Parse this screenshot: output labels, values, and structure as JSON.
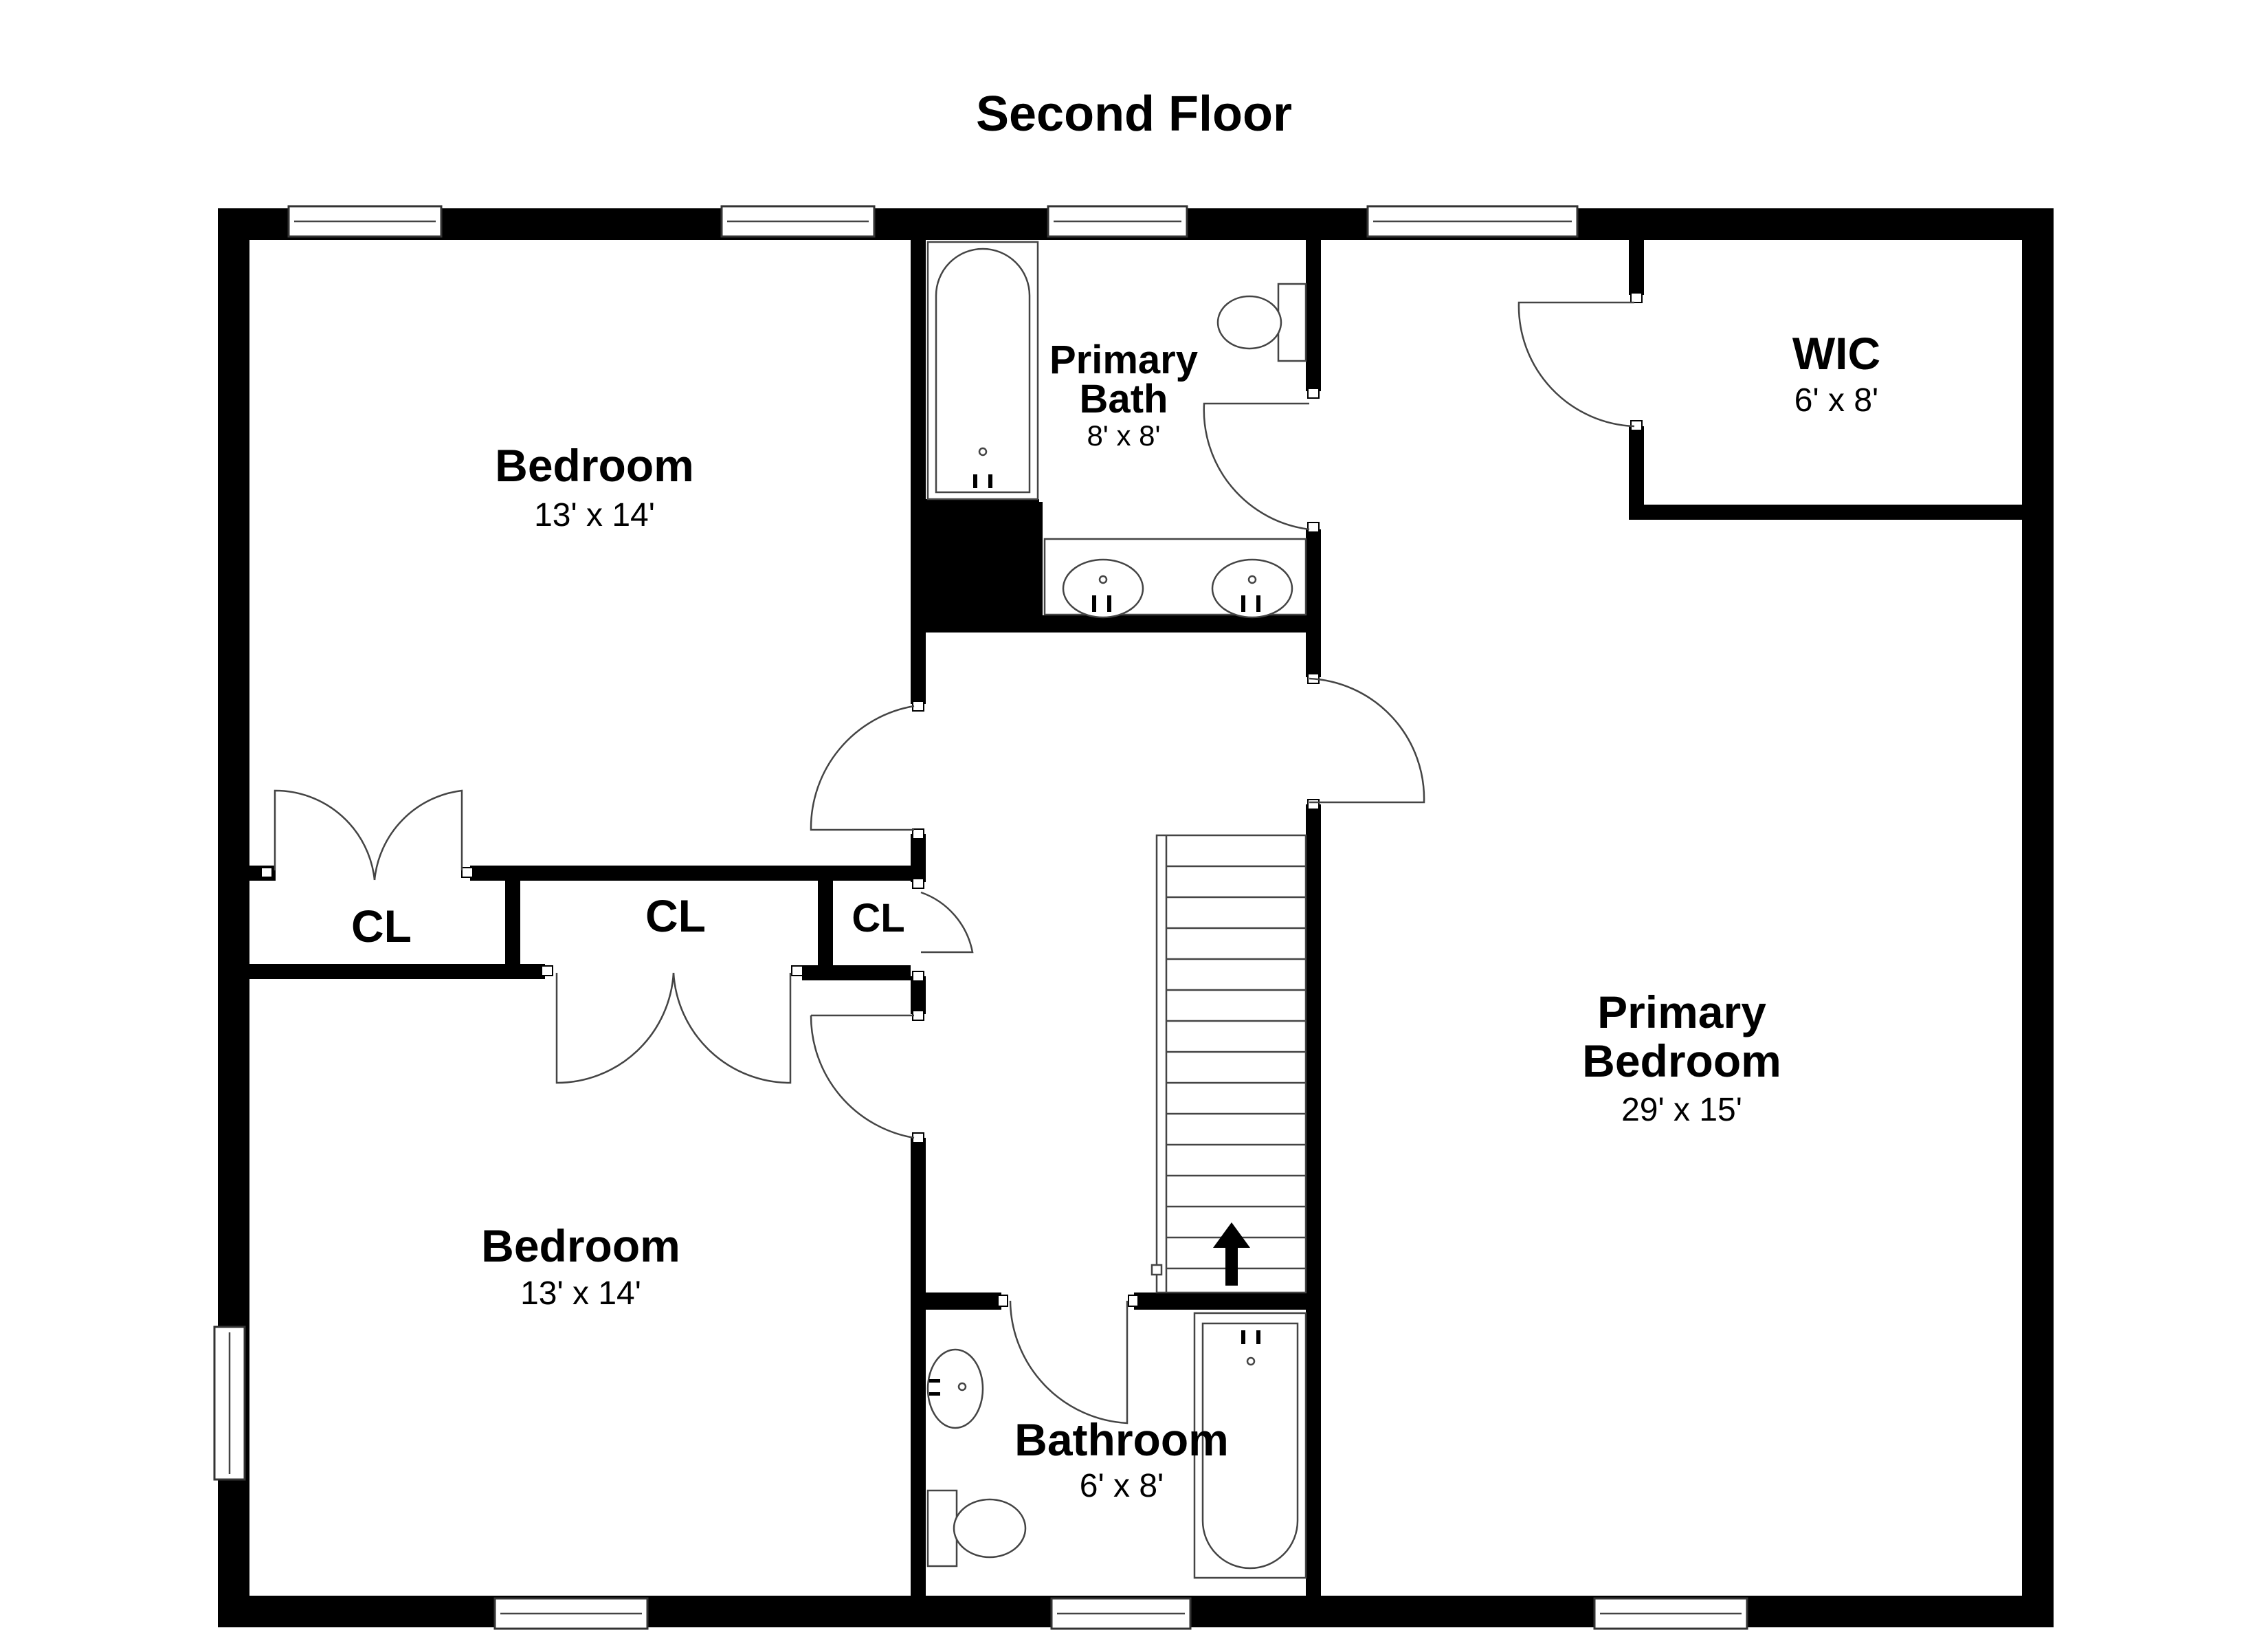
{
  "title": "Second Floor",
  "rooms": {
    "bedroom_top": {
      "name": "Bedroom",
      "dims": "13' x 14'"
    },
    "bedroom_bottom": {
      "name": "Bedroom",
      "dims": "13' x 14'"
    },
    "primary_bath": {
      "name_line1": "Primary",
      "name_line2": "Bath",
      "dims": "8' x 8'"
    },
    "wic": {
      "name": "WIC",
      "dims": "6' x 8'"
    },
    "primary_bedroom": {
      "name_line1": "Primary",
      "name_line2": "Bedroom",
      "dims": "29' x 15'"
    },
    "bathroom": {
      "name": "Bathroom",
      "dims": "6' x 8'"
    },
    "closet_left": {
      "name": "CL"
    },
    "closet_middle": {
      "name": "CL"
    },
    "closet_right": {
      "name": "CL"
    }
  },
  "colors": {
    "wall": "#000000",
    "background": "#ffffff"
  }
}
